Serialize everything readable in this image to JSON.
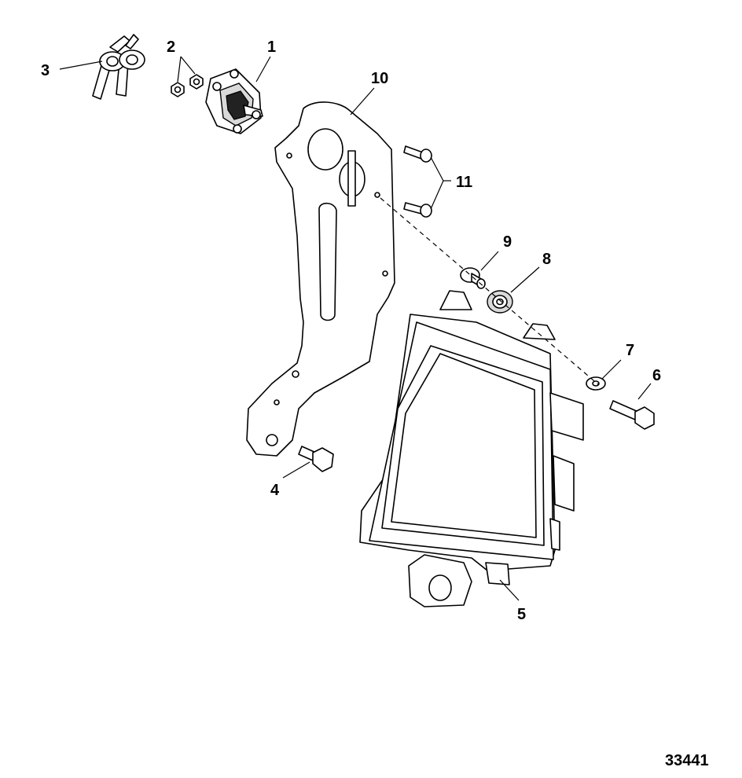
{
  "diagram": {
    "callouts": {
      "c1": "1",
      "c2": "2",
      "c3": "3",
      "c4": "4",
      "c5": "5",
      "c6": "6",
      "c7": "7",
      "c8": "8",
      "c9": "9",
      "c10": "10",
      "c11": "11"
    },
    "drawing_number": "33441"
  }
}
